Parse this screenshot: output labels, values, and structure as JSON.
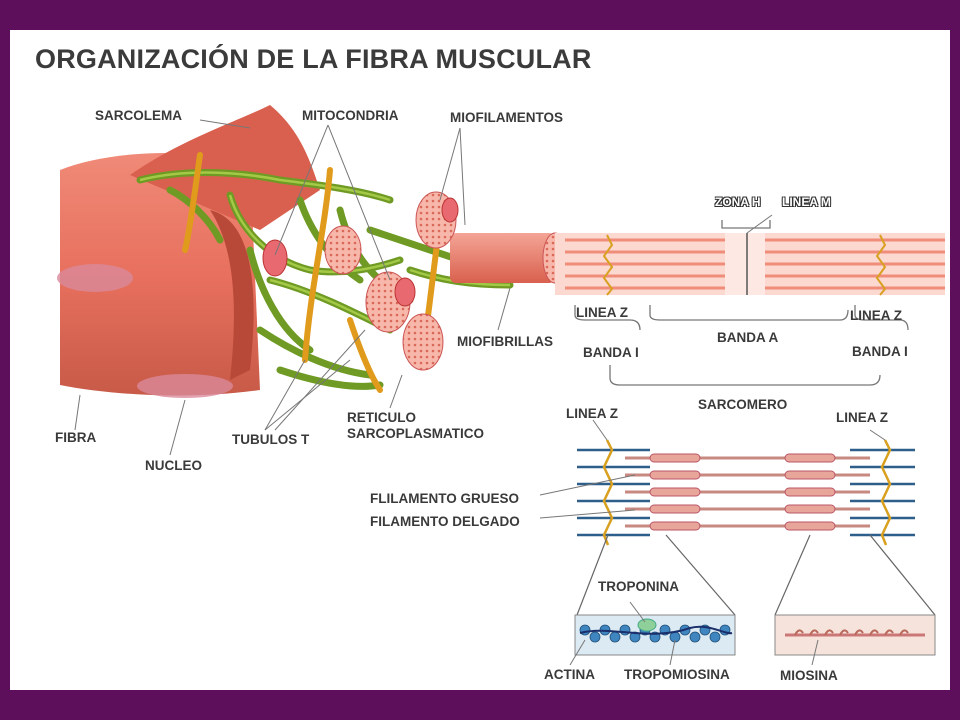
{
  "title": "ORGANIZACIÓN DE LA FIBRA MUSCULAR",
  "labels": {
    "sarcolema": "SARCOLEMA",
    "mitocondria": "MITOCONDRIA",
    "miofilamentos": "MIOFILAMENTOS",
    "zona_h": "ZONA H",
    "linea_m": "LINEA M",
    "linea_z_left": "LINEA Z",
    "linea_z_right": "LINEA Z",
    "banda_a": "BANDA A",
    "banda_i_left": "BANDA I",
    "banda_i_right": "BANDA I",
    "miofibrillas": "MIOFIBRILLAS",
    "sarcomero": "SARCOMERO",
    "fibra": "FIBRA",
    "nucleo": "NUCLEO",
    "tubulos_t": "TUBULOS T",
    "reticulo_1": "RETICULO",
    "reticulo_2": "SARCOPLASMATICO",
    "linea_z_bottom_left": "LINEA Z",
    "linea_z_bottom_right": "LINEA Z",
    "filamento_grueso": "FLILAMENTO GRUESO",
    "filamento_delgado": "FILAMENTO DELGADO",
    "troponina": "TROPONINA",
    "actina": "ACTINA",
    "tropomiosina": "TROPOMIOSINA",
    "miosina": "MIOSINA"
  },
  "colors": {
    "border": "#5e0f5c",
    "fiber": "#e8705e",
    "fiber_dark": "#c9503f",
    "reticulum": "#7aa62a",
    "tubule": "#e8a020",
    "label": "#3a3a3a"
  }
}
